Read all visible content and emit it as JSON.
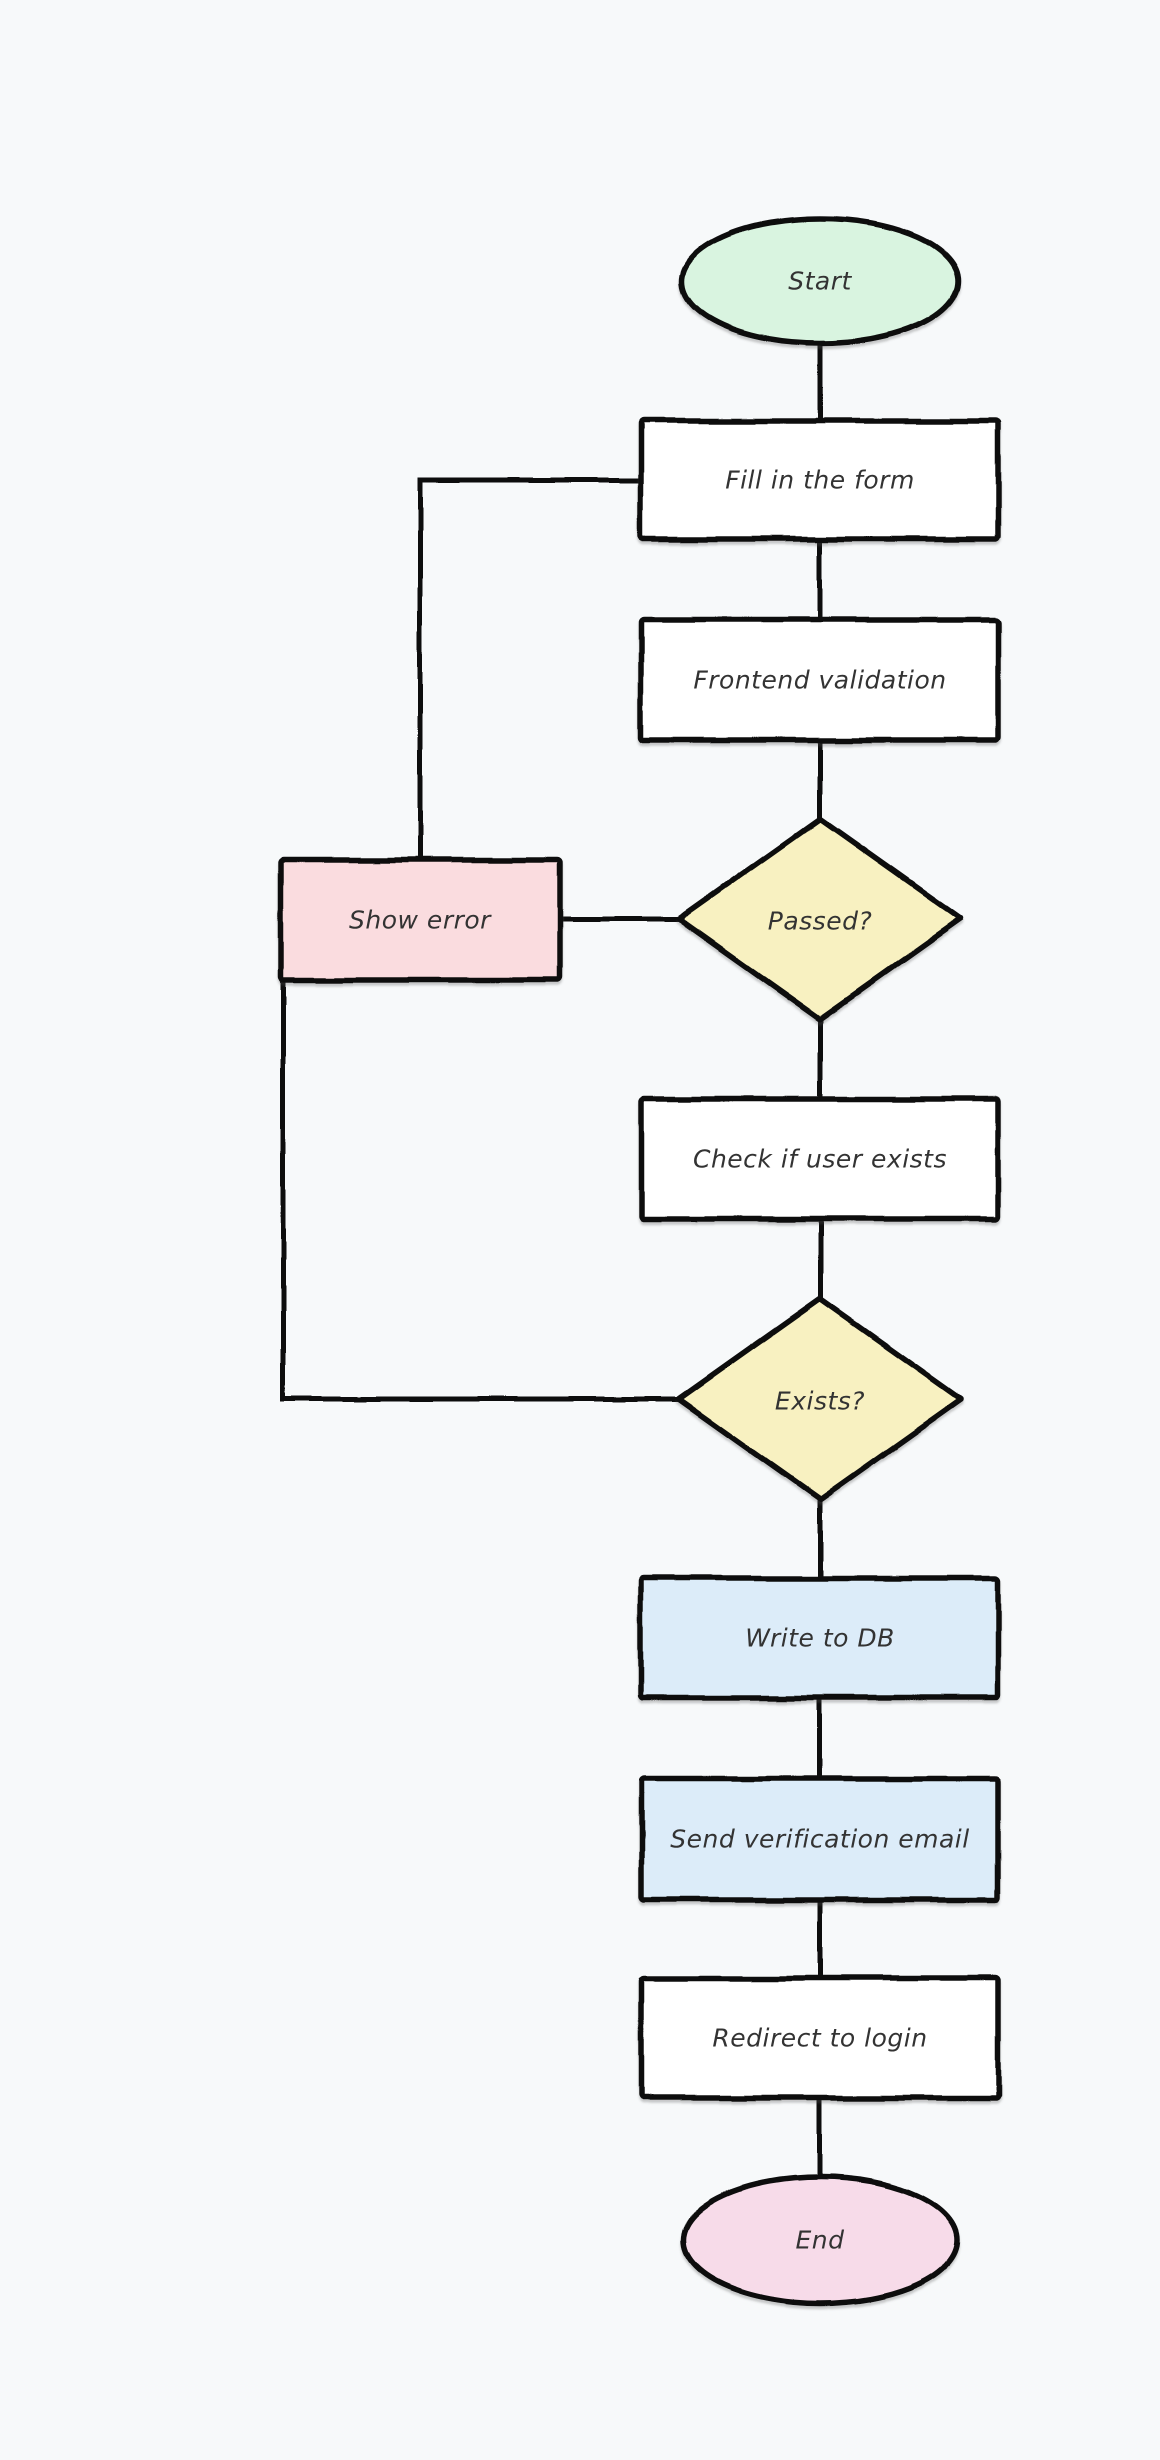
{
  "palette": {
    "background": "#f7f9fa",
    "stroke": "#111111",
    "text": "#333333",
    "start": "#d9f4e0",
    "process": "#ffffff",
    "decision": "#f8f1c1",
    "error": "#fadcdf",
    "db": "#dcecf9",
    "end": "#f7dbe9"
  },
  "diagram": {
    "type": "flowchart",
    "direction": "top-down",
    "style": "hand-drawn",
    "nodes": {
      "start": {
        "label": "Start",
        "shape": "ellipse",
        "fill_role": "start"
      },
      "fill_form": {
        "label": "Fill in the form",
        "shape": "rectangle",
        "fill_role": "process"
      },
      "frontend_validation": {
        "label": "Frontend validation",
        "shape": "rectangle",
        "fill_role": "process"
      },
      "passed": {
        "label": "Passed?",
        "shape": "diamond",
        "fill_role": "decision"
      },
      "show_error": {
        "label": "Show error",
        "shape": "rectangle",
        "fill_role": "error"
      },
      "check_user": {
        "label": "Check if user exists",
        "shape": "rectangle",
        "fill_role": "process"
      },
      "exists": {
        "label": "Exists?",
        "shape": "diamond",
        "fill_role": "decision"
      },
      "write_db": {
        "label": "Write to DB",
        "shape": "rectangle",
        "fill_role": "db"
      },
      "send_email": {
        "label": "Send verification email",
        "shape": "rectangle",
        "fill_role": "db"
      },
      "redirect_login": {
        "label": "Redirect to login",
        "shape": "rectangle",
        "fill_role": "process"
      },
      "end": {
        "label": "End",
        "shape": "ellipse",
        "fill_role": "end"
      }
    },
    "edges": [
      {
        "from": "start",
        "to": "fill_form",
        "label": ""
      },
      {
        "from": "fill_form",
        "to": "frontend_validation",
        "label": ""
      },
      {
        "from": "frontend_validation",
        "to": "passed",
        "label": ""
      },
      {
        "from": "passed",
        "to": "show_error",
        "label": ""
      },
      {
        "from": "show_error",
        "to": "fill_form",
        "label": ""
      },
      {
        "from": "passed",
        "to": "check_user",
        "label": ""
      },
      {
        "from": "check_user",
        "to": "exists",
        "label": ""
      },
      {
        "from": "exists",
        "to": "show_error",
        "label": ""
      },
      {
        "from": "exists",
        "to": "write_db",
        "label": ""
      },
      {
        "from": "write_db",
        "to": "send_email",
        "label": ""
      },
      {
        "from": "send_email",
        "to": "redirect_login",
        "label": ""
      },
      {
        "from": "redirect_login",
        "to": "end",
        "label": ""
      }
    ]
  }
}
